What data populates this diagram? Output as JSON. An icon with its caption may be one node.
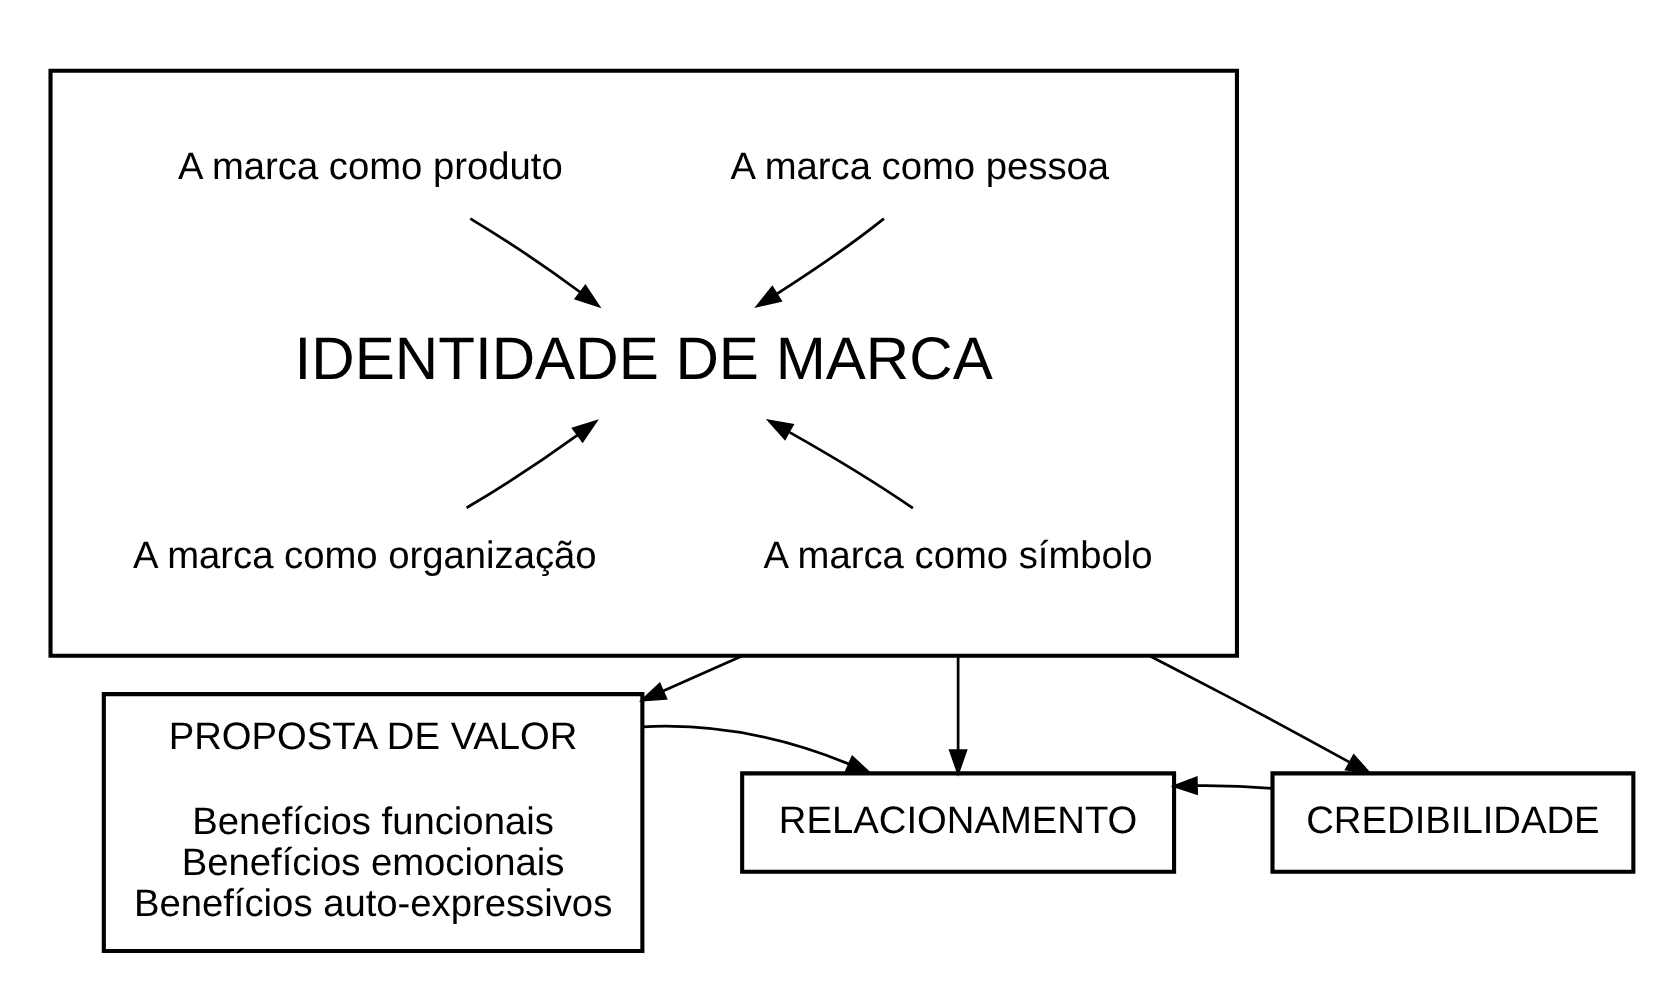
{
  "diagram": {
    "nodes": [
      {
        "text": [],
        "shape": "box"
      },
      {
        "text": [
          "A marca como produto"
        ],
        "in": 0
      },
      {
        "text": [
          "A marca como pessoa"
        ],
        "in": 0
      },
      {
        "text": [
          "IDENTIDADE DE MARCA"
        ],
        "in": 0
      },
      {
        "text": [
          "A marca como organização"
        ],
        "in": 0
      },
      {
        "text": [
          "A marca como símbolo"
        ],
        "in": 0
      },
      {
        "text": [
          "PROPOSTA DE VALOR",
          "Benefícios funcionais",
          "Benefícios emocionais",
          "Benefícios auto-expressivos"
        ]
      },
      {
        "text": [
          "RELACIONAMENTO"
        ]
      },
      {
        "text": [
          "CREDIBILIDADE"
        ]
      }
    ],
    "edges": [
      {
        "from": 1,
        "to": 3,
        "arrow": "to"
      },
      {
        "from": 2,
        "to": 3,
        "arrow": "to"
      },
      {
        "from": 4,
        "to": 3,
        "arrow": "to"
      },
      {
        "from": 5,
        "to": 3,
        "arrow": "to"
      },
      {
        "from": 0,
        "to": 6,
        "arrow": "to"
      },
      {
        "from": 0,
        "to": 7,
        "arrow": "to"
      },
      {
        "from": 0,
        "to": 8,
        "arrow": "to"
      },
      {
        "from": 6,
        "to": 7,
        "arrow": "to"
      },
      {
        "from": 8,
        "to": 7,
        "arrow": "to"
      }
    ]
  }
}
